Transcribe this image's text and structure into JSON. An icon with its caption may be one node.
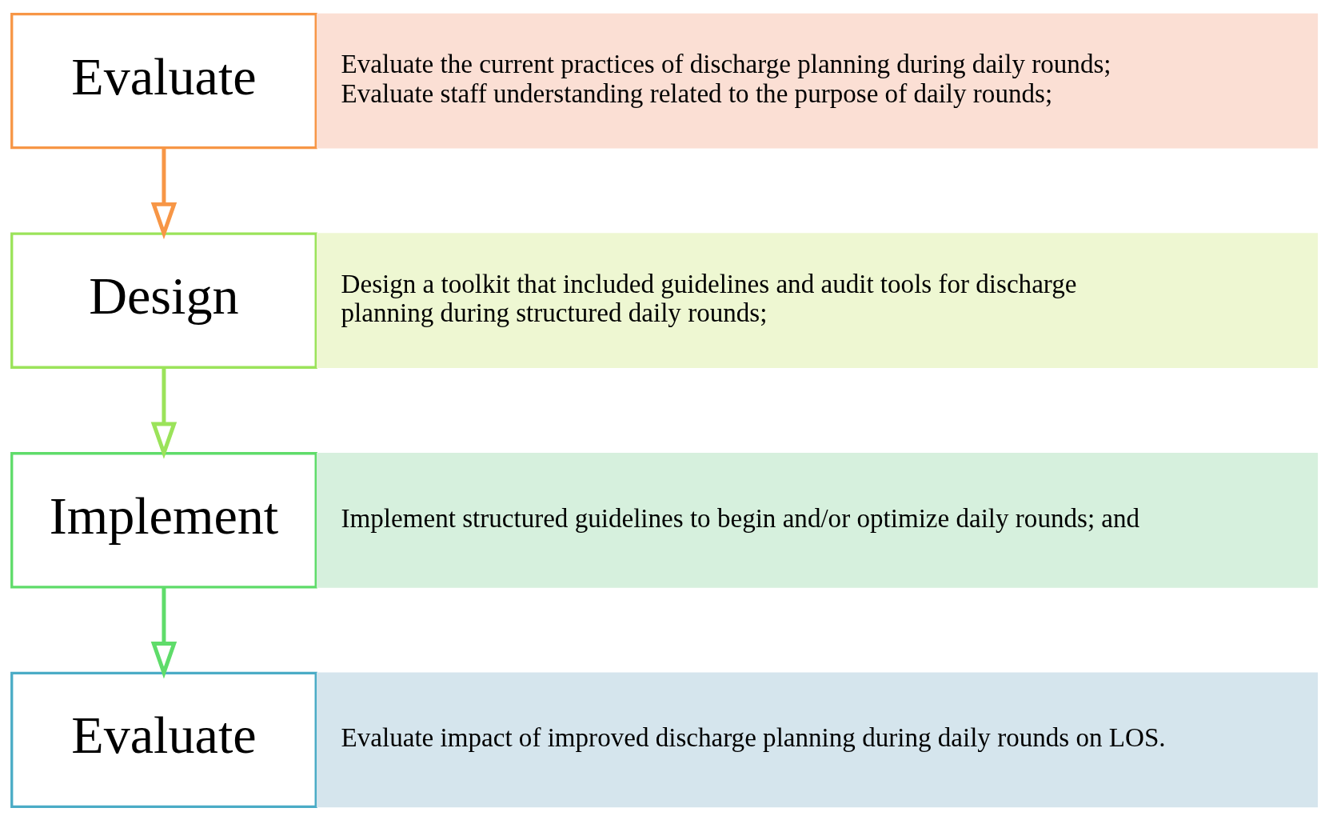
{
  "diagram": {
    "nodes": [
      {
        "text": [
          "Evaluate"
        ]
      },
      {
        "text": [
          "Evaluate the current practices of discharge planning during daily rounds;",
          "Evaluate staff understanding related to the purpose of daily rounds;"
        ]
      },
      {
        "text": [
          "Design"
        ]
      },
      {
        "text": [
          "Design a toolkit that included guidelines and audit tools for discharge planning during structured daily rounds;"
        ]
      },
      {
        "text": [
          "Implement"
        ]
      },
      {
        "text": [
          "Implement structured guidelines to begin and/or optimize daily rounds; and"
        ]
      },
      {
        "text": [
          "Evaluate"
        ]
      },
      {
        "text": [
          "Evaluate impact of improved discharge planning during daily rounds on LOS."
        ]
      }
    ],
    "edges": [
      {
        "from": 0,
        "to": 2,
        "arrow": "to",
        "color": "#f79646"
      },
      {
        "from": 2,
        "to": 4,
        "arrow": "to",
        "color": "#9be35a"
      },
      {
        "from": 4,
        "to": 6,
        "arrow": "to",
        "color": "#5fdc6a"
      }
    ]
  }
}
